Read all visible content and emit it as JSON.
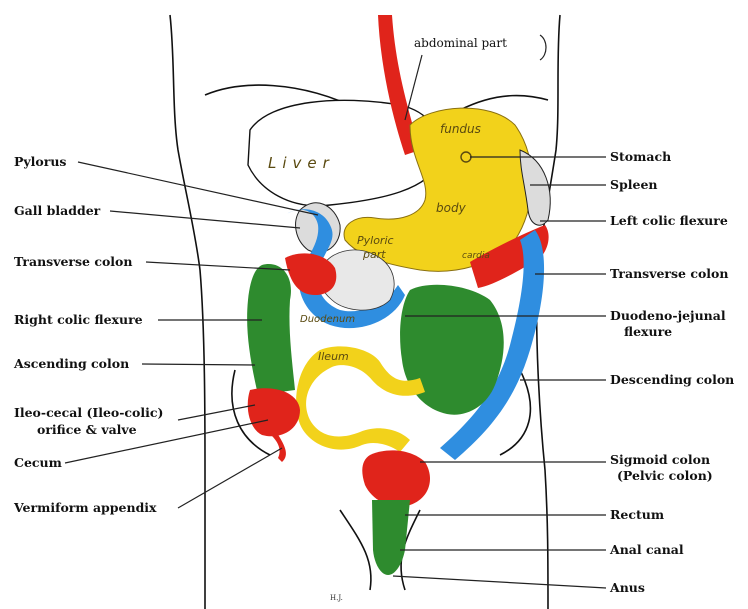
{
  "top_annotation": "abdominal part",
  "organ_labels": {
    "liver": "Liver",
    "fundus": "fundus",
    "body": "body",
    "pyloric_part_1": "Pyloric",
    "pyloric_part_2": "part",
    "duodenum": "Duodenum",
    "ileum": "Ileum",
    "cardia": "cardia"
  },
  "left_labels": [
    "Pylorus",
    "Gall bladder",
    "Transverse colon",
    "Right colic flexure",
    "Ascending colon",
    "Ileo-cecal (Ileo-colic)",
    "orifice & valve",
    "Cecum",
    "Vermiform appendix"
  ],
  "right_labels": [
    "Stomach",
    "Spleen",
    "Left colic flexure",
    "Transverse colon",
    "Duodeno-jejunal",
    "flexure",
    "Descending colon",
    "Sigmoid colon",
    "(Pelvic colon)",
    "Rectum",
    "Anal canal",
    "Anus"
  ],
  "signature": "H.J.",
  "colors": {
    "esophagus": "#e0241b",
    "stomach": "#f2d21b",
    "colon_ascending": "#2e8b2e",
    "colon_transverse": "#e0241b",
    "colon_descending": "#2f8ee0",
    "duodenum": "#2f8ee0",
    "small_intestine": "#2e8b2e",
    "ileum": "#f2d21b",
    "rectum": "#2e8b2e"
  }
}
